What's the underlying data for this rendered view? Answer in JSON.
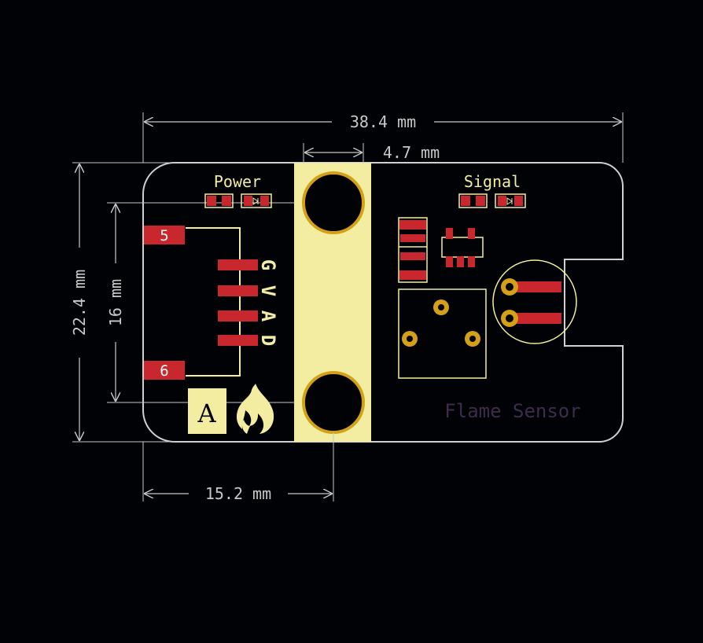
{
  "colors": {
    "background": "#000205",
    "board_outline": "#d0d0d0",
    "dimension": "#c8c8c8",
    "silkscreen": "#f2eda1",
    "copper_pad": "#c8272d",
    "plated_ring": "#d4a017",
    "fab_text": "#3d2c4b"
  },
  "dimensions": {
    "width": "38.4 mm",
    "hole_width": "4.7 mm",
    "height": "22.4 mm",
    "pitch": "16 mm",
    "offset": "15.2 mm"
  },
  "silkscreen": {
    "power": "Power",
    "signal": "Signal",
    "letter": "A",
    "pin_labels": [
      "G",
      "V",
      "A",
      "D"
    ],
    "pad_5": "5",
    "pad_6": "6"
  },
  "fab": {
    "title": "Flame Sensor"
  },
  "icons": {
    "flame": "flame-icon",
    "led": "led-icon",
    "mounting_hole": "mounting-hole-icon"
  }
}
